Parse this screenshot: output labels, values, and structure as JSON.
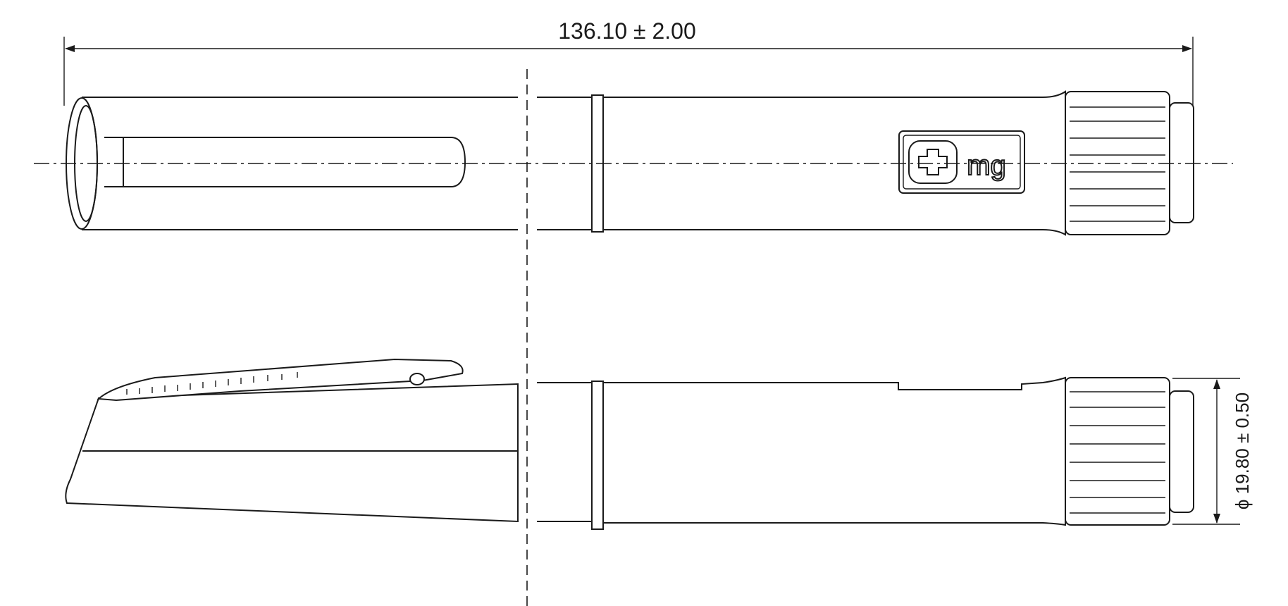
{
  "dimensions": {
    "overall_length": "136.10 ± 2.00",
    "diameter": "ϕ 19.80 ± 0.50"
  },
  "logo": {
    "text": "mg"
  }
}
